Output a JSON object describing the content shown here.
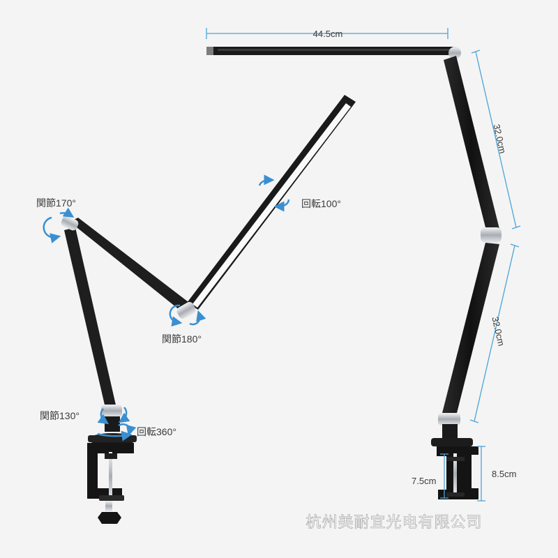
{
  "product": {
    "dimensions": {
      "top_arm_length": "44.5cm",
      "upper_arm_length": "32.0cm",
      "lower_arm_length": "32.0cm",
      "clamp_height": "8.5cm",
      "clamp_opening": "7.5cm"
    },
    "joints": {
      "shoulder": "関節170°",
      "head_rotate": "回転100°",
      "elbow": "関節180°",
      "base_joint": "関節130°",
      "base_rotate": "回転360°"
    }
  },
  "watermark": "杭州美耐宜光电有限公司",
  "colors": {
    "background": "#f4f4f4",
    "arm": "#1c1c1c",
    "metal": "#c9ccd1",
    "dimension_line": "#4aa3d8",
    "rotation_arrow": "#3b8fd0"
  }
}
